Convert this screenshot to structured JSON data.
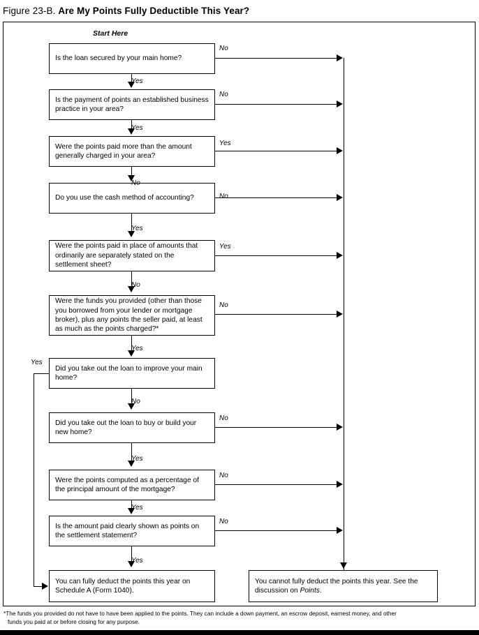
{
  "title": {
    "figure_number": "Figure 23-B.",
    "heading": "Are My Points Fully Deductible This Year?"
  },
  "start_label": "Start Here",
  "nodes": [
    {
      "id": "q1",
      "text": "Is the loan secured by your main home?"
    },
    {
      "id": "q2",
      "text": "Is the payment of points an established business practice in your area?"
    },
    {
      "id": "q3",
      "text": "Were the points paid more than the amount generally charged in your area?"
    },
    {
      "id": "q4",
      "text": "Do you use the cash method of accounting?"
    },
    {
      "id": "q5",
      "text": "Were the points paid in place of amounts that ordinarily are separately stated on the settlement sheet?"
    },
    {
      "id": "q6",
      "text": "Were the funds you provided (other than those you borrowed from your lender or mortgage broker), plus any points the seller paid, at least as much as the points charged?*"
    },
    {
      "id": "q7",
      "text": "Did you take out the loan to improve your main home?"
    },
    {
      "id": "q8",
      "text": "Did you take out the loan to buy or build your new home?"
    },
    {
      "id": "q9",
      "text": "Were the points computed as a percentage of the principal amount of the mortgage?"
    },
    {
      "id": "q10",
      "text": "Is the amount paid clearly shown as points on the settlement statement?"
    },
    {
      "id": "deductible",
      "text": "You can fully deduct the points this year on Schedule A (Form 1040)."
    },
    {
      "id": "not_deductible",
      "text": "You cannot fully deduct the points this year. See the discussion on Points."
    }
  ],
  "not_deductible_parts": {
    "lead": "You cannot fully deduct the points this year. See the discussion on ",
    "italic_term": "Points",
    "trail": "."
  },
  "edges": {
    "q1_down": "Yes",
    "q1_right": "No",
    "q2_down": "Yes",
    "q2_right": "No",
    "q3_down": "No",
    "q3_right": "Yes",
    "q4_down": "Yes",
    "q4_right": "No",
    "q5_down": "No",
    "q5_right": "Yes",
    "q6_down": "Yes",
    "q6_right": "No",
    "q7_down": "No",
    "q7_left": "Yes",
    "q8_down": "Yes",
    "q8_right": "No",
    "q9_down": "Yes",
    "q9_right": "No",
    "q10_down": "Yes",
    "q10_right": "No"
  },
  "footnote": {
    "line1": "*The funds you provided do not have to have been applied to the points. They can include a down payment, an escrow deposit, earnest money, and other",
    "line2": "funds you paid at or before closing for any purpose."
  },
  "colors": {
    "ink": "#000000",
    "paper": "#ffffff"
  }
}
